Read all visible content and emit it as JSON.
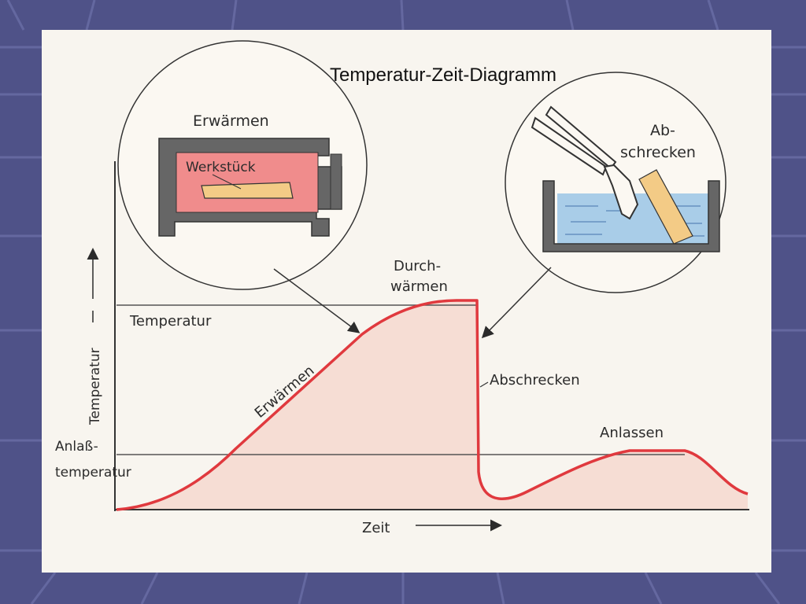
{
  "slide": {
    "title": "Temperatur-Zeit-Diagramm"
  },
  "diagram": {
    "axes": {
      "y_label": "Temperatur",
      "x_label": "Zeit"
    },
    "levels": {
      "temperature": "Temperatur",
      "tempering_line1": "Anlaß-",
      "tempering_line2": "temperatur"
    },
    "phases": {
      "heating": "Erwärmen",
      "soaking_line1": "Durch-",
      "soaking_line2": "wärmen",
      "quenching": "Abschrecken",
      "tempering": "Anlassen"
    },
    "furnace_inset": {
      "title": "Erwärmen",
      "workpiece": "Werkstück"
    },
    "quench_inset": {
      "title_line1": "Ab-",
      "title_line2": "schrecken"
    },
    "colors": {
      "curve": "#e0393e",
      "fill": "#f6ddd4",
      "furnace_interior": "#f08c8c",
      "furnace_wall": "#666666",
      "workpiece": "#f3cb86",
      "water": "#a9cde8",
      "background": "#4f5288"
    }
  }
}
